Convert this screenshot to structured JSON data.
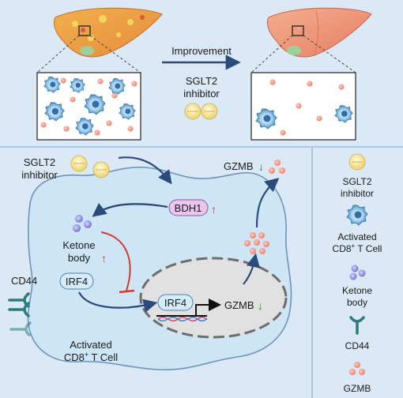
{
  "top": {
    "improvement_label": "Improvement",
    "drug_line1": "SGLT2",
    "drug_line2": "inhibitor"
  },
  "cell": {
    "drug_line1": "SGLT2",
    "drug_line2": "inhibitor",
    "gzmb_top": "GZMB",
    "bdh1": "BDH1",
    "ketone_line1": "Ketone",
    "ketone_line2": "body",
    "cd44": "CD44",
    "irf4_cytoplasm": "IRF4",
    "irf4_nucleus": "IRF4",
    "gzmb_nucleus": "GZMB",
    "cell_line1": "Activated",
    "cell_line2_main": "CD8",
    "cell_line2_sup": "+",
    "cell_line2_tail": " T Cell"
  },
  "legend": {
    "sglt2_line1": "SGLT2",
    "sglt2_line2": "inhibitor",
    "tcell_line1": "Activated",
    "tcell_line2_main": "CD8",
    "tcell_line2_sup": "+",
    "tcell_line2_tail": " T Cell",
    "ketone_line1": "Ketone",
    "ketone_line2": "body",
    "cd44": "CD44",
    "gzmb": "GZMB"
  },
  "colors": {
    "panel_bg": "#dbe8f5",
    "panel_border": "#9db7d3",
    "cell_fill": "#cde5f5",
    "cell_border": "#6f93b8",
    "nucleus_fill": "#e1e1e1",
    "nucleus_border": "#6d6d6d",
    "pill_yellow": "#f7e79a",
    "gzmb_salmon": "#f08a7a",
    "ketone_purple": "#8a8ad8",
    "cd44_teal": "#2b7d7d",
    "up_arrow_red": "#d33a2f",
    "down_arrow_green": "#2e8b3b",
    "inhibit_red": "#d33a2f",
    "arrow_navy": "#2a4b7c"
  }
}
